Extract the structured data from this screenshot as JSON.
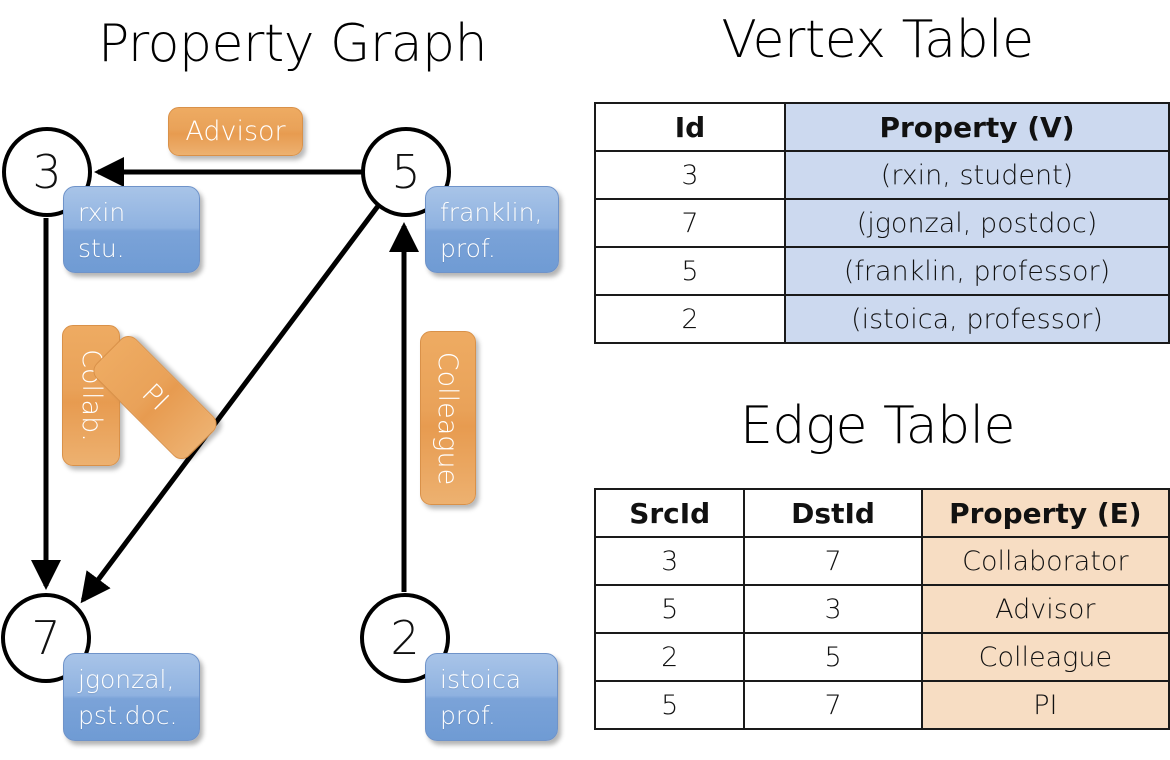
{
  "titles": {
    "graph": "Property Graph",
    "vertex": "Vertex Table",
    "edge": "Edge Table"
  },
  "graph": {
    "nodes": [
      {
        "id": "3",
        "name": "node-3",
        "property_lines": [
          "rxin",
          "stu."
        ]
      },
      {
        "id": "5",
        "name": "node-5",
        "property_lines": [
          "franklin,",
          "prof."
        ]
      },
      {
        "id": "7",
        "name": "node-7",
        "property_lines": [
          "jgonzal,",
          "pst.doc."
        ]
      },
      {
        "id": "2",
        "name": "node-2",
        "property_lines": [
          "istoica",
          "prof."
        ]
      }
    ],
    "node_properties": {
      "rxin_line1": "rxin",
      "rxin_line2": "stu.",
      "franklin_line1": "franklin,",
      "franklin_line2": "prof.",
      "jgonzal_line1": "jgonzal,",
      "jgonzal_line2": "pst.doc.",
      "istoica_line1": "istoica",
      "istoica_line2": "prof."
    },
    "edge_labels": {
      "advisor": "Advisor",
      "collab": "Collab.",
      "pi": "PI",
      "colleague": "Colleague"
    },
    "edges": [
      {
        "from": "5",
        "to": "3",
        "label": "Advisor"
      },
      {
        "from": "3",
        "to": "7",
        "label": "Collab."
      },
      {
        "from": "5",
        "to": "7",
        "label": "PI"
      },
      {
        "from": "2",
        "to": "5",
        "label": "Colleague"
      }
    ]
  },
  "vertex_table": {
    "headers": [
      "Id",
      "Property (V)"
    ],
    "rows": [
      {
        "id": "3",
        "property": "(rxin, student)"
      },
      {
        "id": "7",
        "property": "(jgonzal, postdoc)"
      },
      {
        "id": "5",
        "property": "(franklin, professor)"
      },
      {
        "id": "2",
        "property": "(istoica, professor)"
      }
    ]
  },
  "edge_table": {
    "headers": [
      "SrcId",
      "DstId",
      "Property (E)"
    ],
    "rows": [
      {
        "src": "3",
        "dst": "7",
        "property": "Collaborator"
      },
      {
        "src": "5",
        "dst": "3",
        "property": "Advisor"
      },
      {
        "src": "2",
        "dst": "5",
        "property": "Colleague"
      },
      {
        "src": "5",
        "dst": "7",
        "property": "PI"
      }
    ]
  },
  "colors": {
    "vertex_property_fill": "#ccd9ef",
    "edge_property_fill": "#f7ddc3",
    "node_box_blue": "#7ba3d8",
    "edge_label_orange": "#e9a259",
    "stroke": "#000000"
  }
}
